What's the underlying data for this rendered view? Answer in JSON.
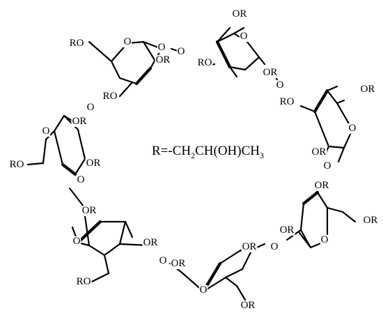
{
  "labels": {
    "or": "OR",
    "ro": "RO",
    "o": "O"
  },
  "formula": {
    "prefix": "R=-CH",
    "sub1": "2",
    "mid1": "CH(OH)CH",
    "sub2": "3"
  }
}
